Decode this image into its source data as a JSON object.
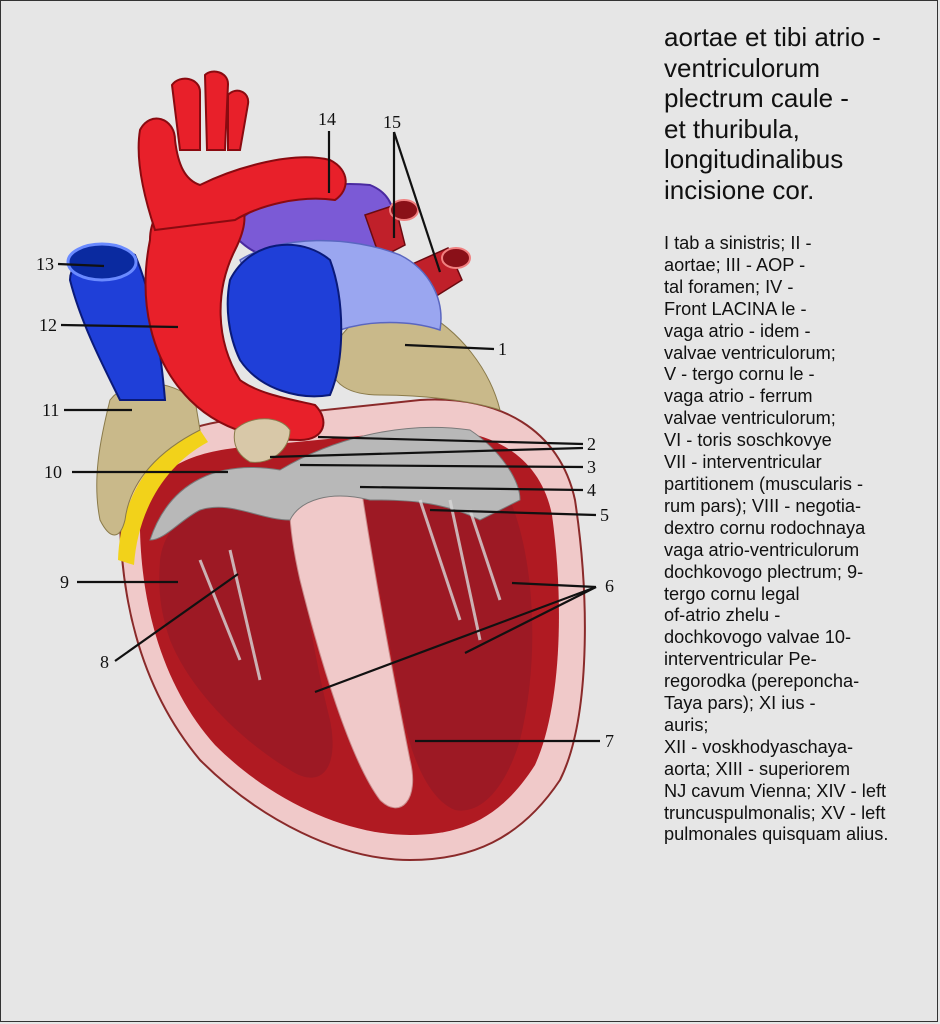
{
  "title_lines": [
    "aortae et tibi atrio -",
    "ventriculorum",
    "plectrum caule -",
    "et thuribula,",
    "longitudinalibus",
    "incisione cor."
  ],
  "legend_lines": [
    "I tab a sinistris; II -",
    "aortae; III - AOP -",
    "tal foramen; IV -",
    "Front LACINA le -",
    "vaga atrio - idem -",
    "valvae ventriculorum;",
    "V - tergo cornu le -",
    "vaga atrio - ferrum",
    "valvae ventriculorum;",
    "VI - toris soschkovye",
    "VII - interventricular",
    "partitionem (muscularis -",
    "rum pars); VIII - negotia-",
    "dextro cornu rodochnaya",
    "vaga atrio-ventriculorum",
    "dochkovogo plectrum; 9-",
    "tergo cornu legal",
    "of-atrio zhelu -",
    "dochkovogo valvae 10-",
    "interventricular Pe-",
    "regorodka (pereponcha-",
    "Taya pars); XI ius -",
    "auris;",
    "XII - voskhodyaschaya-",
    "aorta; XIII - superiorem",
    "NJ cavum Vienna; XIV - left",
    "truncuspulmonalis; XV - left",
    "pulmonales quisquam alius."
  ],
  "callouts": {
    "c1": "1",
    "c2": "2",
    "c3": "3",
    "c4": "4",
    "c5": "5",
    "c6": "6",
    "c7": "7",
    "c8": "8",
    "c9": "9",
    "c10": "10",
    "c11": "11",
    "c12": "12",
    "c13": "13",
    "c14": "14",
    "c15": "15"
  },
  "colors": {
    "background": "#e6e6e6",
    "aorta_red": "#e8202a",
    "vein_blue": "#1f3fd8",
    "pulmonary_purple": "#7b5ad6",
    "atrium_tan": "#c9b98a",
    "myocardium": "#b01a22",
    "septum_grey": "#b8b8b8",
    "pericardium_pink": "#f0c9c9",
    "fat_yellow": "#f2d21a"
  }
}
